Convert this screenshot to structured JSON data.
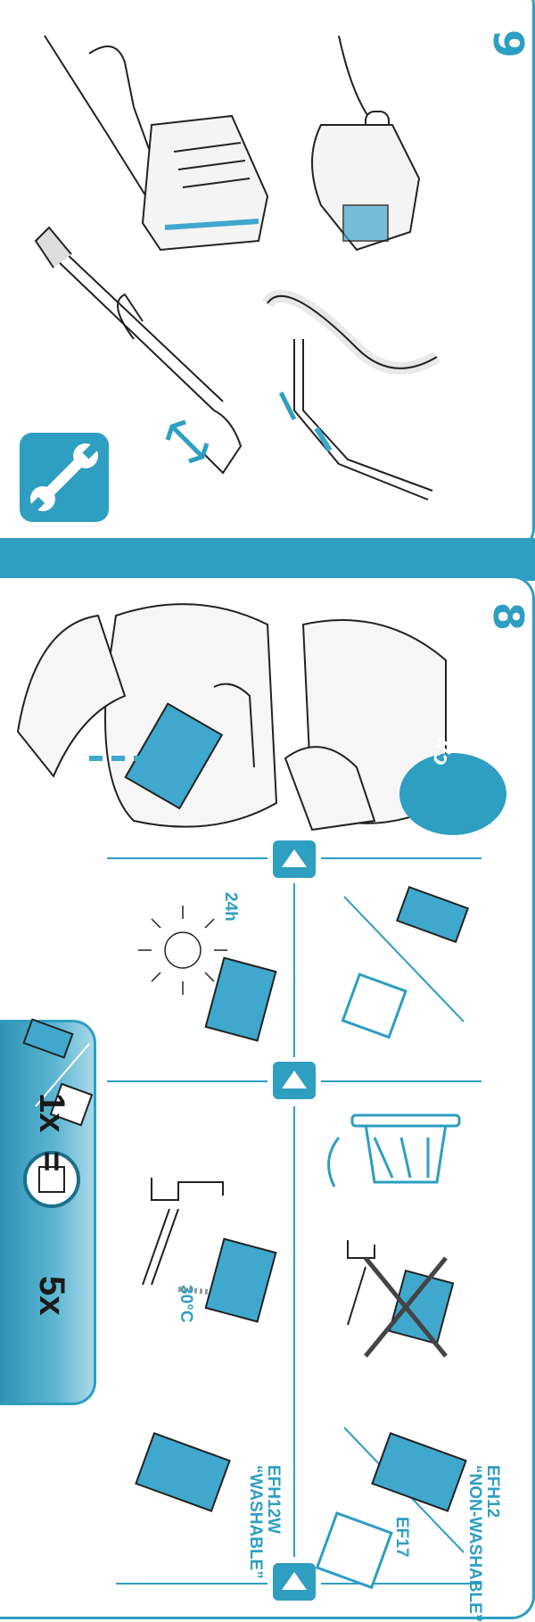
{
  "steps": {
    "top": "9",
    "bottom": "8"
  },
  "formula": {
    "count_left": "5x",
    "equals": "=",
    "count_right": "1x"
  },
  "labels": {
    "dry_time": "24h",
    "wash_temp": "30°C",
    "click": "click",
    "washable_model": "EFH12W",
    "washable_note": "“WASHABLE”",
    "non_washable_model": "EFH12",
    "non_washable_note": "“NON-WASHABLE”",
    "ef17": "EF17"
  },
  "icons": {
    "wrench": "wrench-icon",
    "arrow": "triangle-arrow-icon",
    "sun": "sun-icon",
    "tap": "faucet-icon",
    "bin": "trash-bin-icon",
    "bag": "dust-bag-icon",
    "filter": "filter-icon"
  },
  "colors": {
    "accent": "#2e9ec1",
    "filter_blue": "#3fa8cc",
    "line": "#222222"
  }
}
